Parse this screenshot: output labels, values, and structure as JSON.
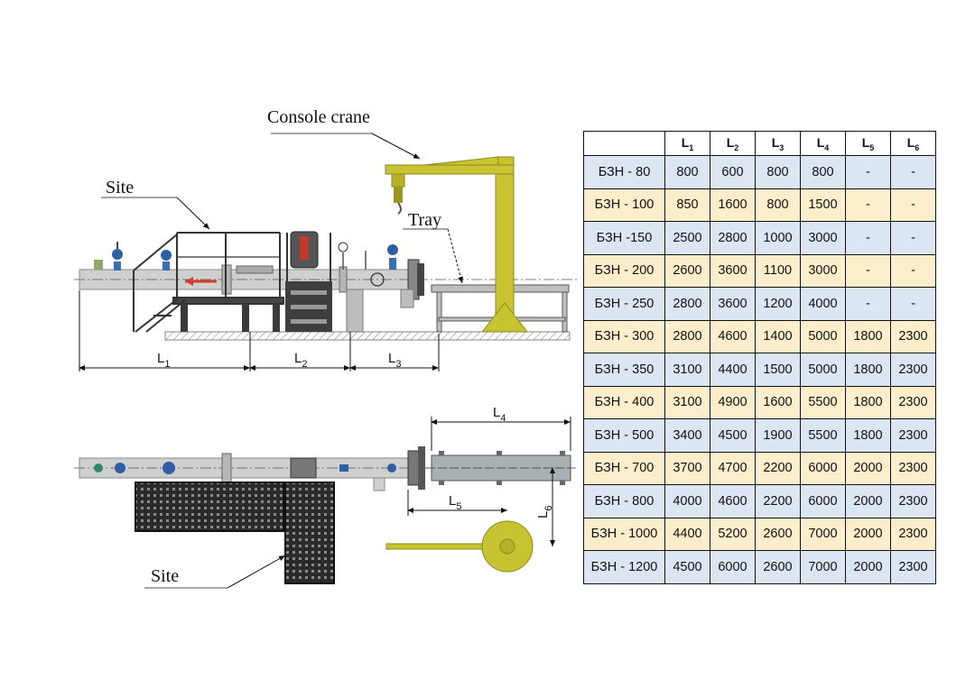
{
  "labels": {
    "console_crane": "Console crane",
    "site_top": "Site",
    "tray": "Tray",
    "site_bottom": "Site"
  },
  "dimensions": {
    "l1": "L",
    "l1_sub": "1",
    "l2": "L",
    "l2_sub": "2",
    "l3": "L",
    "l3_sub": "3",
    "l4": "L",
    "l4_sub": "4",
    "l5": "L",
    "l5_sub": "5",
    "l6": "L",
    "l6_sub": "6"
  },
  "colors": {
    "pipe": "#c9c9c9",
    "crane": "#c8c431",
    "frame": "#3a3a3a",
    "grate": "#2a2a2a",
    "row_blue": "#dce6f2",
    "row_cream": "#fdeecb"
  },
  "table": {
    "headers": [
      {
        "main": "L",
        "sub": "1"
      },
      {
        "main": "L",
        "sub": "2"
      },
      {
        "main": "L",
        "sub": "3"
      },
      {
        "main": "L",
        "sub": "4"
      },
      {
        "main": "L",
        "sub": "5"
      },
      {
        "main": "L",
        "sub": "6"
      }
    ],
    "rows": [
      {
        "name": "БЗН - 80",
        "values": [
          "800",
          "600",
          "800",
          "800",
          "-",
          "-"
        ]
      },
      {
        "name": "БЗН - 100",
        "values": [
          "850",
          "1600",
          "800",
          "1500",
          "-",
          "-"
        ]
      },
      {
        "name": "БЗН -150",
        "values": [
          "2500",
          "2800",
          "1000",
          "3000",
          "-",
          "-"
        ]
      },
      {
        "name": "БЗН - 200",
        "values": [
          "2600",
          "3600",
          "1100",
          "3000",
          "-",
          "-"
        ]
      },
      {
        "name": "БЗН - 250",
        "values": [
          "2800",
          "3600",
          "1200",
          "4000",
          "-",
          "-"
        ]
      },
      {
        "name": "БЗН - 300",
        "values": [
          "2800",
          "4600",
          "1400",
          "5000",
          "1800",
          "2300"
        ]
      },
      {
        "name": "БЗН - 350",
        "values": [
          "3100",
          "4400",
          "1500",
          "5000",
          "1800",
          "2300"
        ]
      },
      {
        "name": "БЗН - 400",
        "values": [
          "3100",
          "4900",
          "1600",
          "5500",
          "1800",
          "2300"
        ]
      },
      {
        "name": "БЗН - 500",
        "values": [
          "3400",
          "4500",
          "1900",
          "5500",
          "1800",
          "2300"
        ]
      },
      {
        "name": "БЗН - 700",
        "values": [
          "3700",
          "4700",
          "2200",
          "6000",
          "2000",
          "2300"
        ]
      },
      {
        "name": "БЗН - 800",
        "values": [
          "4000",
          "4600",
          "2200",
          "6000",
          "2000",
          "2300"
        ]
      },
      {
        "name": "БЗН - 1000",
        "values": [
          "4400",
          "5200",
          "2600",
          "7000",
          "2000",
          "2300"
        ]
      },
      {
        "name": "БЗН - 1200",
        "values": [
          "4500",
          "6000",
          "2600",
          "7000",
          "2000",
          "2300"
        ]
      }
    ]
  }
}
